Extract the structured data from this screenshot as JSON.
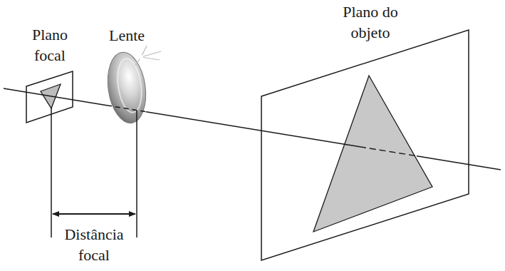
{
  "diagram": {
    "nodes": [
      {
        "text": [
          "Plano focal"
        ]
      },
      {
        "text": [
          "Lente"
        ]
      },
      {
        "text": [
          "Plano do objeto"
        ]
      }
    ],
    "labels": [
      "Distância focal"
    ]
  }
}
